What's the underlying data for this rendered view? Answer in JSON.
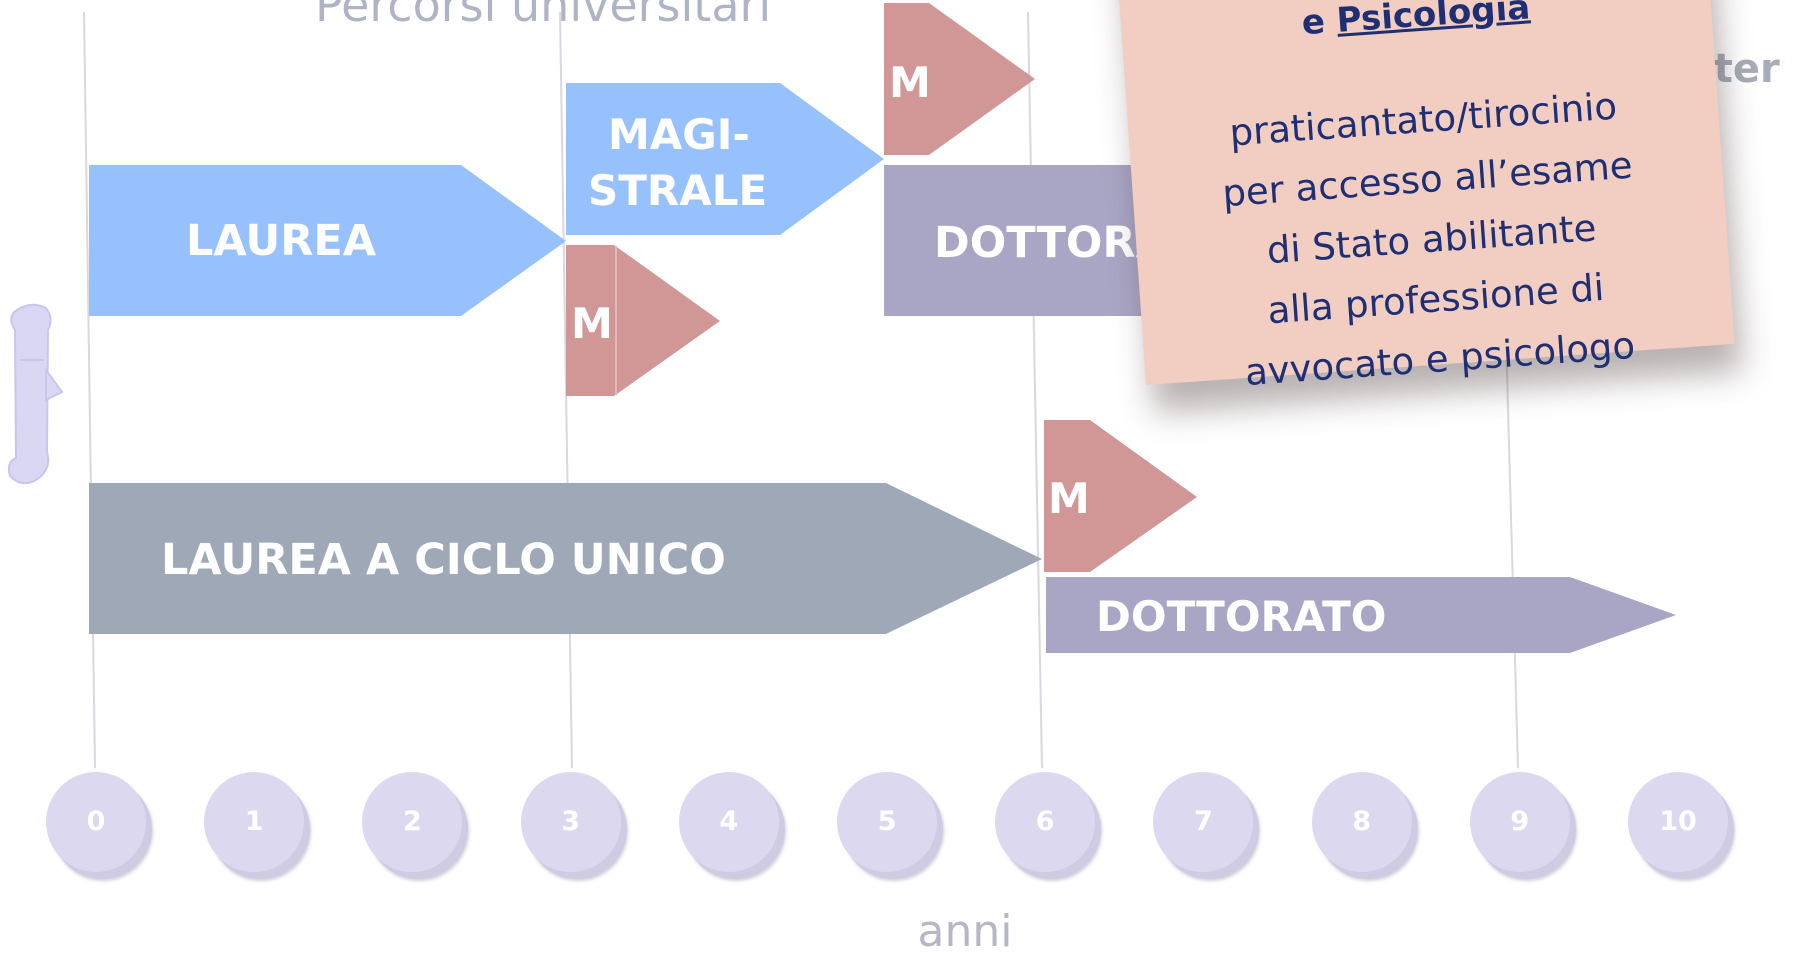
{
  "title": "Percorsi universitari",
  "master_label_fragment": "ster",
  "axis_label": "anni",
  "years": [
    "0",
    "1",
    "2",
    "3",
    "4",
    "5",
    "6",
    "7",
    "8",
    "9",
    "10"
  ],
  "paths": {
    "laurea": "LAUREA",
    "magistrale_line1": "MAGI-",
    "magistrale_line2": "STRALE",
    "master_m": "M",
    "dottorato_upper": "DOTTORATO",
    "ciclo_unico": "LAUREA A CICLO UNICO",
    "dottorato_lower": "DOTTORATO"
  },
  "note": {
    "title_prefix": "e ",
    "title_link": "Psicologia",
    "body": "praticantato/tirocinio\nper accesso all’esame\ndi Stato abilitante\nalla professione di\navvocato e psicologo"
  },
  "colors": {
    "laurea_blue": "#97c1fd",
    "master_pink": "#d09796",
    "dottorato_lavender": "#a9a6c5",
    "ciclo_unico_gray": "#9ea8b7",
    "year_circle": "#dcd8f0",
    "note_bg": "#f1cdc2",
    "note_text": "#1f2f73"
  }
}
